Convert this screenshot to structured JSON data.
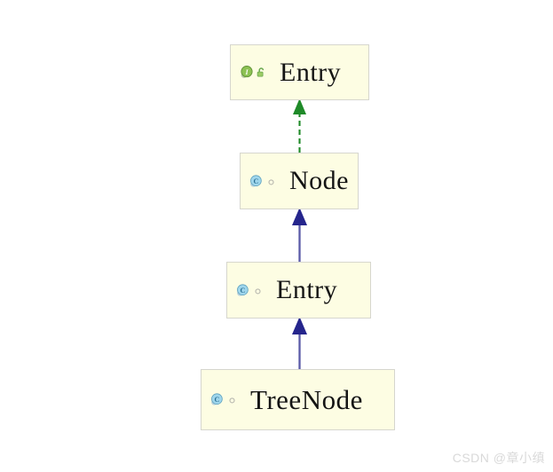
{
  "diagram": {
    "type": "uml-type-hierarchy",
    "background_color": "#ffffff",
    "node_fill_color": "#fdfde3",
    "node_border_color": "#d6d6ce",
    "nodes": [
      {
        "id": "entry-interface",
        "label": "Entry",
        "kind": "interface",
        "type_icon": "interface-i-icon",
        "badge_icon": "unlock-icon",
        "icon_color": "#7cb342"
      },
      {
        "id": "node-class",
        "label": "Node",
        "kind": "class",
        "type_icon": "class-c-icon",
        "badge_icon": "small-circle-icon",
        "icon_color": "#a5d6e8"
      },
      {
        "id": "entry-class",
        "label": "Entry",
        "kind": "class",
        "type_icon": "class-c-icon",
        "badge_icon": "small-circle-icon",
        "icon_color": "#a5d6e8"
      },
      {
        "id": "treenode-class",
        "label": "TreeNode",
        "kind": "class",
        "type_icon": "class-c-icon",
        "badge_icon": "small-circle-icon",
        "icon_color": "#a5d6e8"
      }
    ],
    "connectors": [
      {
        "id": "node-implements-entry",
        "from": "node-class",
        "to": "entry-interface",
        "relation": "implements",
        "line_style": "dashed",
        "color": "#1f8a28",
        "arrowhead": "filled-triangle"
      },
      {
        "id": "entryclass-extends-node",
        "from": "entry-class",
        "to": "node-class",
        "relation": "extends",
        "line_style": "solid",
        "color": "#3b3b8f",
        "arrowhead": "filled-triangle"
      },
      {
        "id": "treenode-extends-entryclass",
        "from": "treenode-class",
        "to": "entry-class",
        "relation": "extends",
        "line_style": "solid",
        "color": "#3b3b8f",
        "arrowhead": "filled-triangle"
      }
    ]
  },
  "watermark": {
    "text": "CSDN @章小缜"
  }
}
